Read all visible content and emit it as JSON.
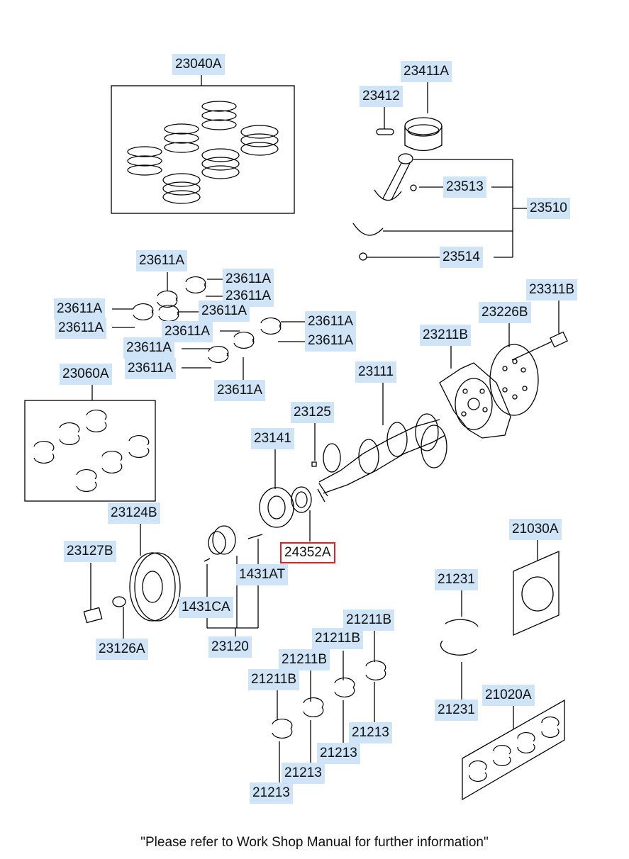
{
  "labels": {
    "l23040A": "23040A",
    "l23411A": "23411A",
    "l23412": "23412",
    "l23513": "23513",
    "l23510": "23510",
    "l23514": "23514",
    "l23611A_a": "23611A",
    "l23611A_b": "23611A",
    "l23611A_c": "23611A",
    "l23611A_d": "23611A",
    "l23611A_e": "23611A",
    "l23611A_f": "23611A",
    "l23611A_g": "23611A",
    "l23611A_h": "23611A",
    "l23611A_i": "23611A",
    "l23611A_j": "23611A",
    "l23611A_k": "23611A",
    "l23611A_l": "23611A",
    "l23311B": "23311B",
    "l23226B": "23226B",
    "l23211B": "23211B",
    "l23111": "23111",
    "l23060A": "23060A",
    "l23125": "23125",
    "l23141": "23141",
    "l24352A": "24352A",
    "l23124B": "23124B",
    "l23127B": "23127B",
    "l1431AT": "1431AT",
    "l1431CA": "1431CA",
    "l23120": "23120",
    "l23126A": "23126A",
    "l21030A": "21030A",
    "l21231_a": "21231",
    "l21231_b": "21231",
    "l21211B_a": "21211B",
    "l21211B_b": "21211B",
    "l21211B_c": "21211B",
    "l21211B_d": "21211B",
    "l21213_a": "21213",
    "l21213_b": "21213",
    "l21213_c": "21213",
    "l21213_d": "21213",
    "l21020A": "21020A"
  },
  "footer_note": "\"Please refer to Work Shop Manual for further information\"",
  "selected_part": "24352A",
  "colors": {
    "label_bg": "#cfe4f6",
    "highlight": "#dd2222",
    "line": "#000000"
  }
}
